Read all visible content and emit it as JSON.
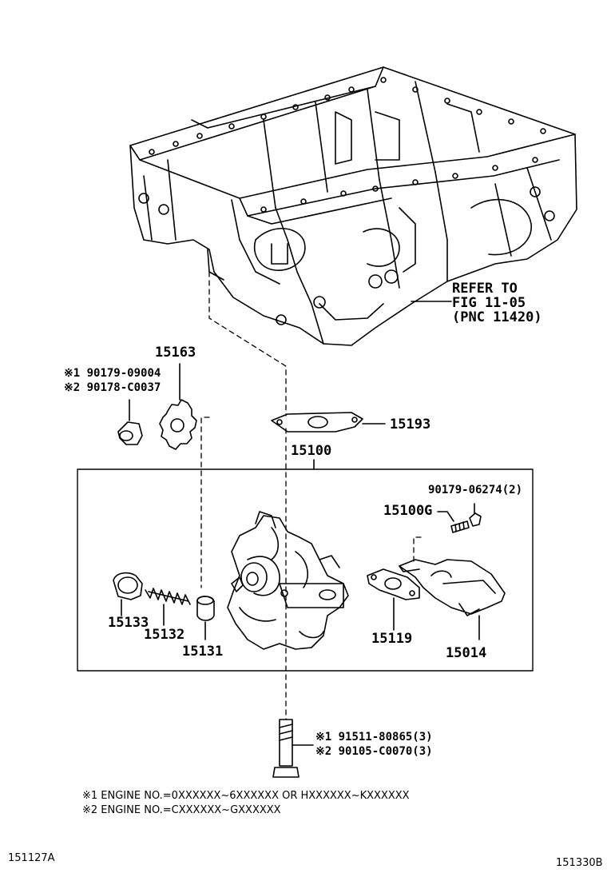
{
  "refer": {
    "line1": "REFER TO",
    "line2": "FIG 11-05",
    "line3": "(PNC 11420)"
  },
  "parts": {
    "p15163": "15163",
    "p15193": "15193",
    "p15100": "15100",
    "p15100g": "15100G",
    "p15133": "15133",
    "p15132": "15132",
    "p15131": "15131",
    "p15119": "15119",
    "p15014": "15014"
  },
  "nuts": {
    "n1": "※1 90179-09004",
    "n2": "※2 90178-C0037"
  },
  "stud_nut": "90179-06274(2)",
  "bolts": {
    "b1": "※1 91511-80865(3)",
    "b2": "※2 90105-C0070(3)"
  },
  "notes": {
    "note1": "※1 ENGINE NO.=0XXXXXX~6XXXXXX OR HXXXXXX~KXXXXXX",
    "note2": "※2 ENGINE NO.=CXXXXXX~GXXXXXX"
  },
  "codes": {
    "left": "151127A",
    "right": "151330B"
  }
}
